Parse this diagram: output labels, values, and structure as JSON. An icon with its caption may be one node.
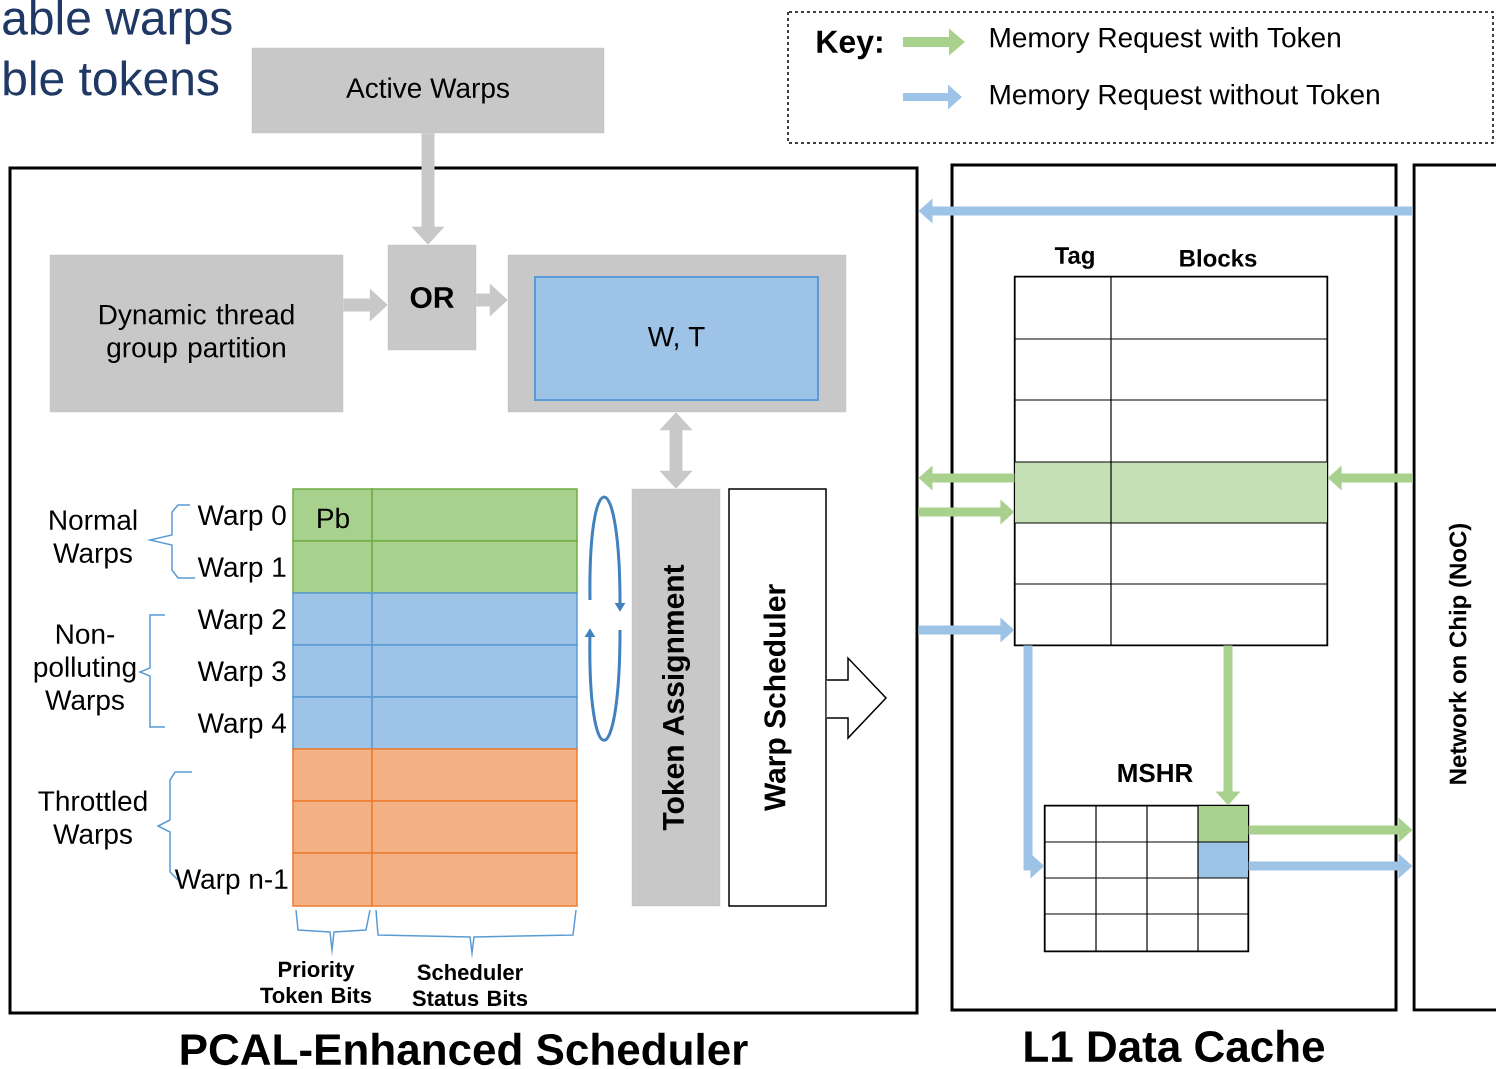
{
  "diagram": {
    "nodes": [
      {
        "text": [
          "Active Warps"
        ]
      },
      {
        "text": [
          "PCAL-Enhanced Scheduler"
        ]
      },
      {
        "text": [
          "Dynamic thread group partition"
        ],
        "in": 1
      },
      {
        "text": [
          "OR"
        ],
        "in": 1
      },
      {
        "text": [],
        "shape": "box",
        "in": 1
      },
      {
        "text": [
          "W, T"
        ],
        "in": 4
      },
      {
        "text": [
          "Token Assignment"
        ],
        "in": 1
      },
      {
        "text": [
          "Warp Scheduler"
        ],
        "in": 1
      },
      {
        "text": [
          "L1 Data Cache"
        ]
      },
      {
        "text": [
          "Network on Chip (NoC)"
        ]
      },
      {
        "text": [
          "Tag",
          "Blocks"
        ],
        "in": 8
      },
      {
        "text": [
          "MSHR"
        ],
        "in": 8
      }
    ],
    "edges": [
      {
        "from": 0,
        "to": 3,
        "arrow": "to"
      },
      {
        "from": 2,
        "to": 3,
        "arrow": "to"
      },
      {
        "from": 3,
        "to": 4,
        "arrow": "to"
      },
      {
        "from": 4,
        "to": 6,
        "arrow": "both"
      },
      {
        "from": 7,
        "to": null,
        "arrow": "to"
      },
      {
        "from": 9,
        "to": 1,
        "arrow": "to",
        "color": "#9dc3e6"
      },
      {
        "from": 9,
        "to": 10,
        "arrow": "to",
        "color": "#a9d18e"
      },
      {
        "from": 10,
        "to": 1,
        "arrow": "to",
        "color": "#a9d18e"
      },
      {
        "from": 1,
        "to": 10,
        "arrow": "to",
        "color": "#a9d18e"
      },
      {
        "from": 10,
        "to": 11,
        "arrow": "to",
        "color": "#a9d18e"
      },
      {
        "from": 11,
        "to": 9,
        "arrow": "to",
        "color": "#a9d18e"
      },
      {
        "from": 1,
        "to": 10,
        "arrow": "to",
        "color": "#9dc3e6"
      },
      {
        "from": 10,
        "to": 11,
        "arrow": "to",
        "color": "#9dc3e6"
      },
      {
        "from": 11,
        "to": 9,
        "arrow": "to",
        "color": "#9dc3e6"
      }
    ],
    "labels": [
      "able warps",
      "ble tokens",
      "Key:",
      "Normal Warps",
      "Warp 0",
      "Pb",
      "Warp 1",
      "Non- polluting Warps",
      "Warp 2",
      "Warp 3",
      "Warp 4",
      "Throttled Warps",
      "Warp n-1",
      "Priority Token Bits",
      "Scheduler Status Bits"
    ],
    "legend": [
      {
        "text": "Memory Request with Token"
      },
      {
        "text": "Memory Request without Token"
      }
    ]
  }
}
